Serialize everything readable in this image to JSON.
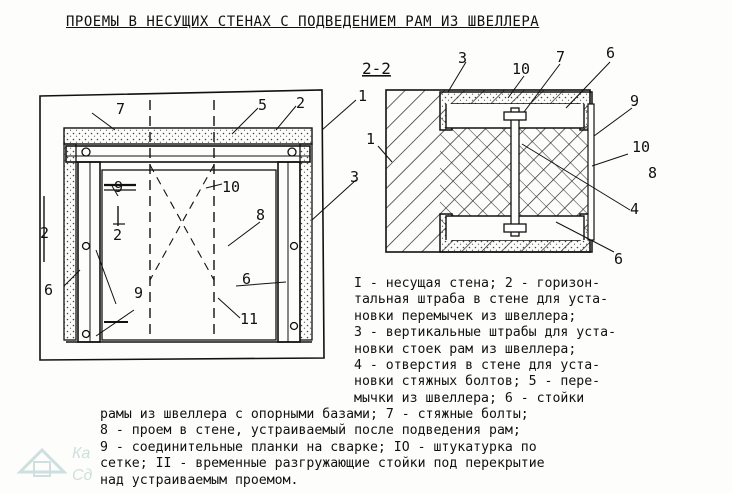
{
  "title": "ПРОЕМЫ В НЕСУЩИХ СТЕНАХ С ПОДВЕДЕНИЕМ РАМ ИЗ ШВЕЛЛЕРА",
  "section_label": "2-2",
  "callouts": {
    "left": {
      "n1": "1",
      "n2": "2",
      "n3": "3",
      "n4": "5",
      "n5": "6",
      "n6": "6",
      "n7": "7",
      "n8": "8",
      "n9": "9",
      "n10": "9",
      "n11": "10",
      "n12": "11",
      "n13": "2",
      "n14": "2"
    },
    "right": {
      "r1": "3",
      "r2": "10",
      "r3": "7",
      "r4": "6",
      "r5": "9",
      "r6": "1",
      "r7": "10",
      "r8": "8",
      "r9": "4",
      "r10": "6"
    }
  },
  "legend_lines": [
    "I - несущая стена; 2 - горизон-",
    "тальная штраба в стене для уста-",
    "новки перемычек из швеллера;",
    "3 - вертикальные штрабы для уста-",
    "новки стоек рам из швеллера;",
    "4 - отверстия в стене для уста-",
    "новки стяжных болтов; 5 - пере-",
    "мычки из швеллера; 6 - стойки",
    "рамы из швеллера с опорными базами; 7 - стяжные болты;",
    "8 - проем в стене, устраиваемый после подведения рам;",
    "9 - соединительные планки на сварке; IO - штукатурка по",
    "сетке; II - временные разгружающие стойки под перекрытие",
    "над устраиваемым проемом."
  ],
  "watermark": {
    "line1": "Ка",
    "line2": "Сд"
  }
}
